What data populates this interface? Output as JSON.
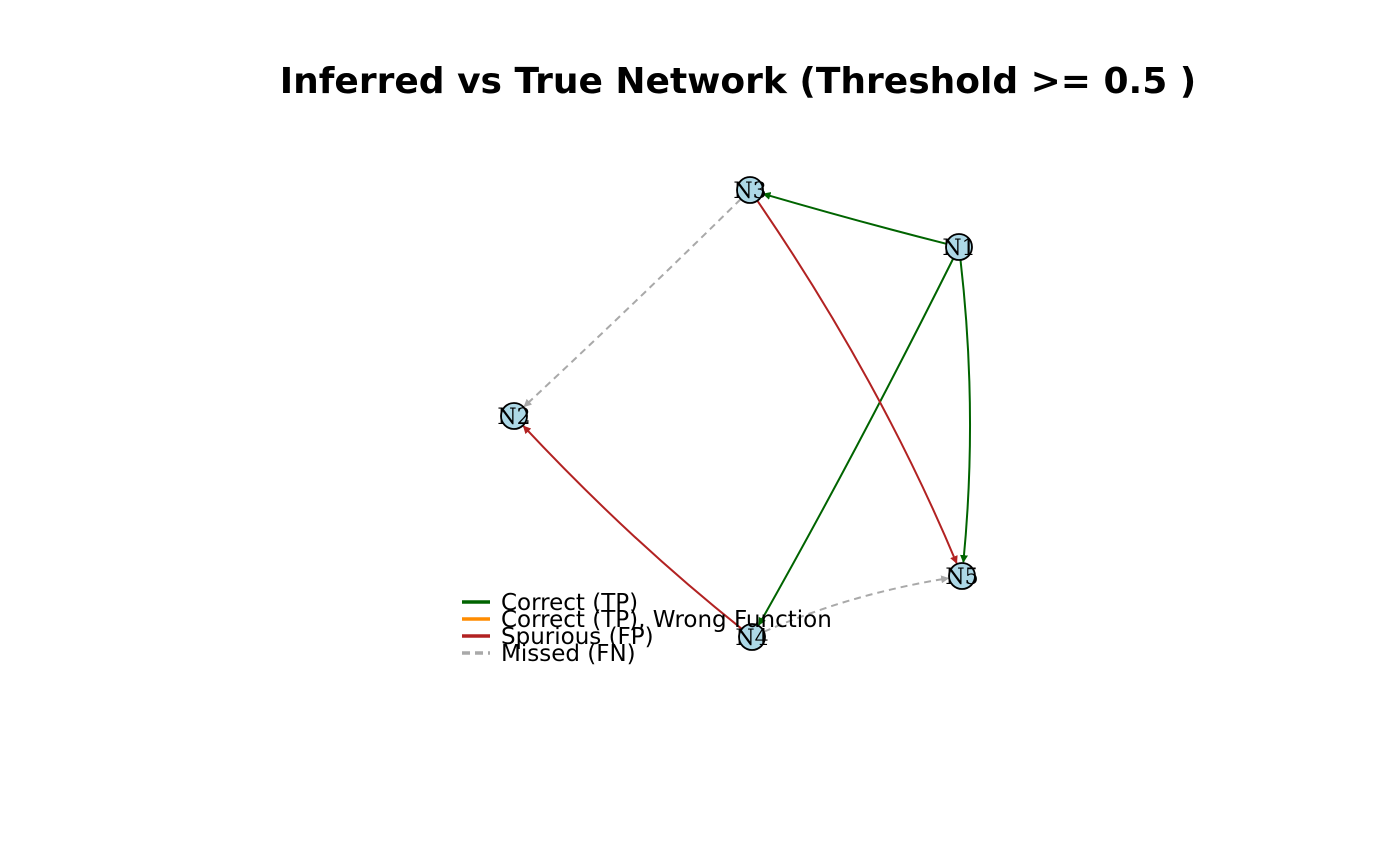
{
  "title": "Inferred vs True Network (Threshold >= 0.5 )",
  "nodes": [
    {
      "id": "N1",
      "label": "N1"
    },
    {
      "id": "N2",
      "label": "N2"
    },
    {
      "id": "N3",
      "label": "N3"
    },
    {
      "id": "N4",
      "label": "N4"
    },
    {
      "id": "N5",
      "label": "N5"
    }
  ],
  "edges": [
    {
      "from": "N1",
      "to": "N3",
      "category": "tp"
    },
    {
      "from": "N1",
      "to": "N4",
      "category": "tp"
    },
    {
      "from": "N1",
      "to": "N5",
      "category": "tp"
    },
    {
      "from": "N3",
      "to": "N5",
      "category": "fp"
    },
    {
      "from": "N4",
      "to": "N2",
      "category": "fp"
    },
    {
      "from": "N3",
      "to": "N2",
      "category": "fn"
    },
    {
      "from": "N4",
      "to": "N5",
      "category": "fn"
    }
  ],
  "legend": [
    {
      "key": "tp",
      "label": "Correct (TP)"
    },
    {
      "key": "tp_wrong",
      "label": "Correct (TP), Wrong Function"
    },
    {
      "key": "fp",
      "label": "Spurious (FP)"
    },
    {
      "key": "fn",
      "label": "Missed (FN)"
    }
  ],
  "colors": {
    "tp": "#006400",
    "tp_wrong": "#FF8C00",
    "fp": "#B22222",
    "fn": "#A9A9A9",
    "node_fill": "#ADD8E6",
    "node_stroke": "#000000"
  }
}
